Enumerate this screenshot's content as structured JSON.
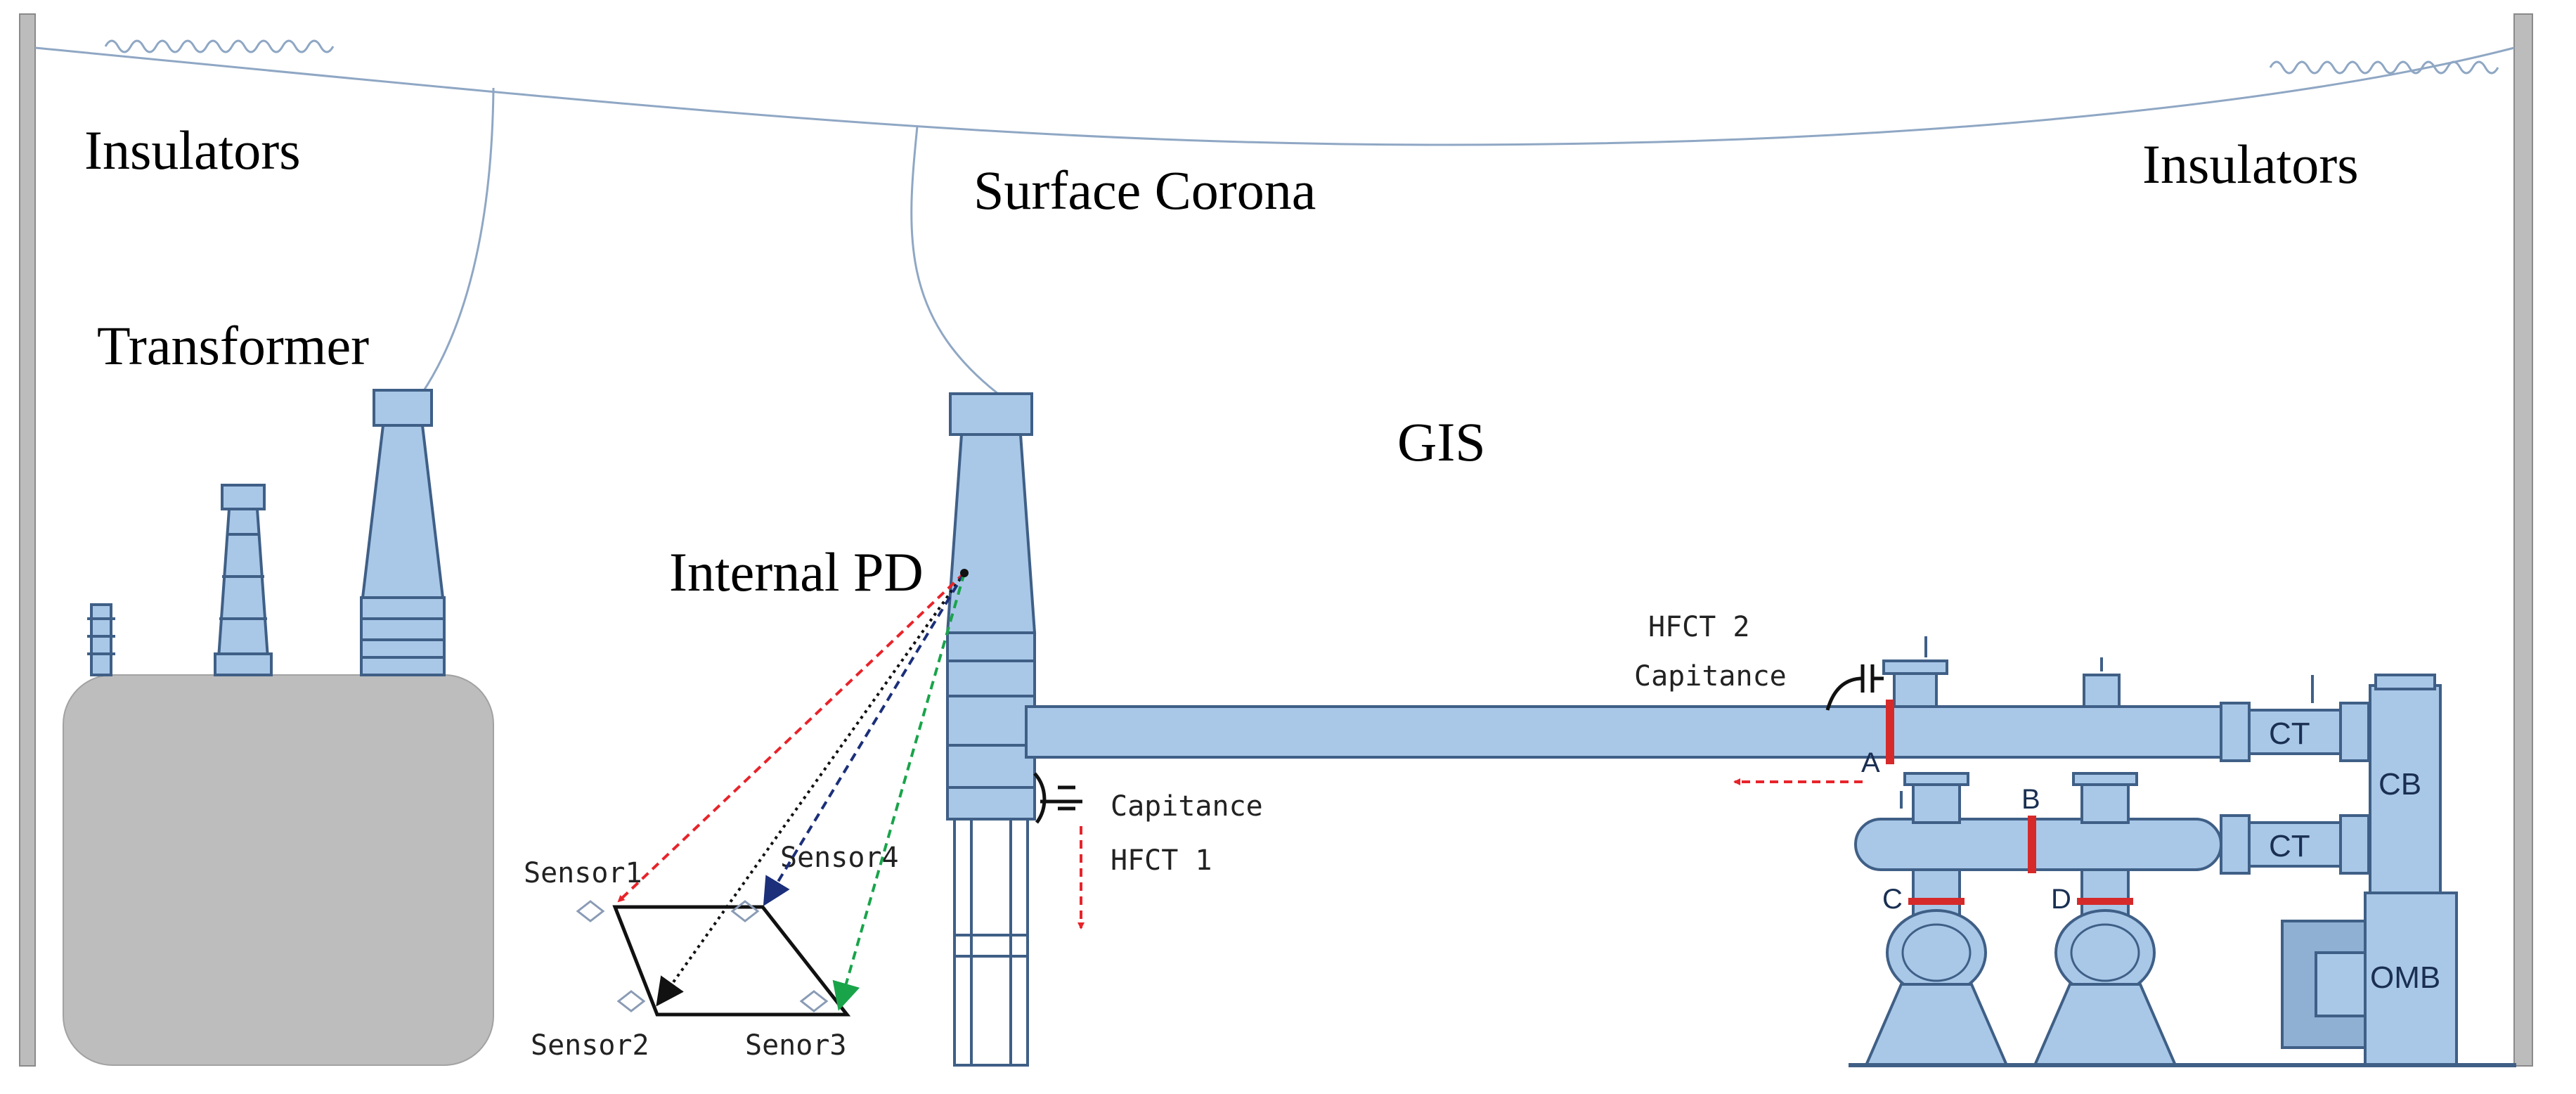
{
  "labels": {
    "insulators_left": "Insulators",
    "insulators_right": "Insulators",
    "surface_corona": "Surface Corona",
    "transformer": "Transformer",
    "gis": "GIS",
    "internal_pd": "Internal PD",
    "hfct2": "HFCT 2",
    "capitance_top": "Capitance",
    "capitance_bottom": "Capitance",
    "hfct1": "HFCT 1",
    "sensor1": "Sensor1",
    "sensor2": "Sensor2",
    "sensor3": "Senor3",
    "sensor4": "Sensor4",
    "point_a": "A",
    "point_b": "B",
    "point_c": "C",
    "point_d": "D",
    "ct_top": "CT",
    "ct_bottom": "CT",
    "cb": "CB",
    "omb": "OMB"
  },
  "colors": {
    "equipment_fill": "#a9c8e8",
    "equipment_stroke": "#3f5f86",
    "transformer_tank": "#bdbdbd",
    "arrow_sensor1": "#e8232a",
    "arrow_sensor2": "#111111",
    "arrow_sensor3": "#19a44a",
    "arrow_sensor4": "#1b2f7a",
    "hfct_arrow": "#e8232a",
    "coupler_band": "#d62a2a"
  }
}
